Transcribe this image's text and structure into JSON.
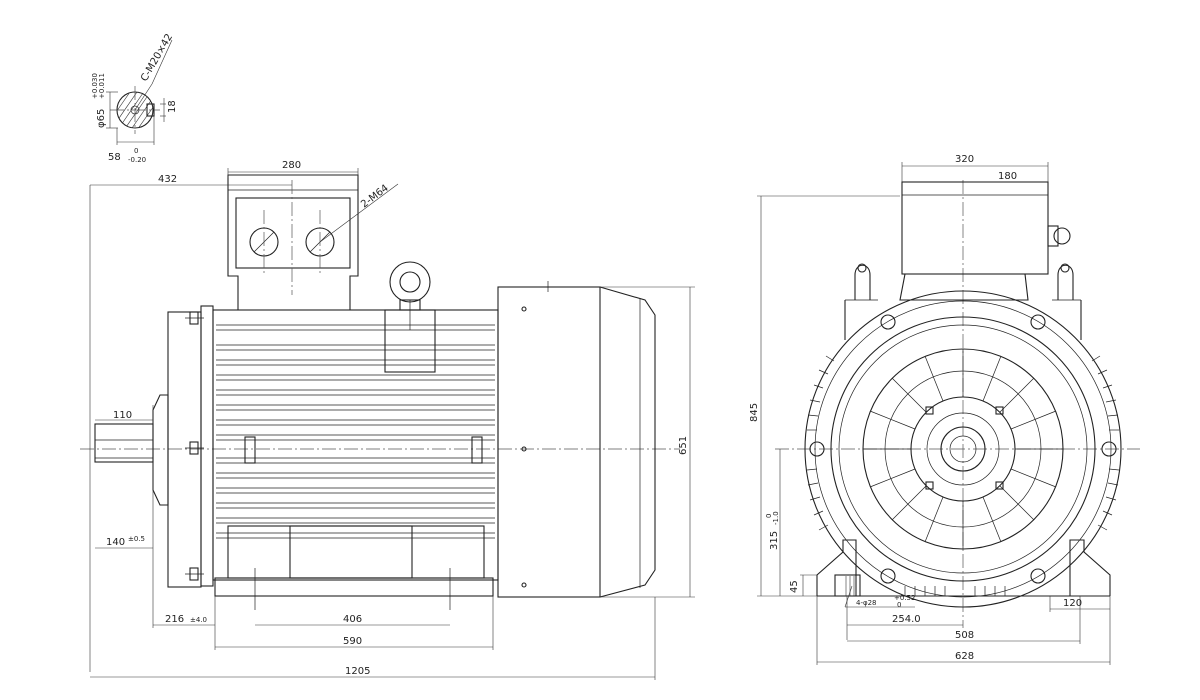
{
  "dimensions": {
    "shaft_key": {
      "thread": "C-M20×42",
      "dia": "φ65",
      "dia_tol_upper": "+0.030",
      "dia_tol_lower": "+0.011",
      "key_width": "18",
      "key_height": "58",
      "key_height_tol_upper": "0",
      "key_height_tol_lower": "-0.20"
    },
    "side_view": {
      "terminal_offset": "432",
      "terminal_box_width": "280",
      "cable_entries": "2-M64",
      "shaft_length": "110",
      "shaft_height": "140",
      "shaft_height_tol": "±0.5",
      "foot_offset": "216",
      "foot_offset_tol": "±4.0",
      "foot_hole_span": "406",
      "foot_length": "590",
      "overall_length": "1205",
      "overall_height": "651"
    },
    "end_view": {
      "terminal_box_width": "320",
      "terminal_offset": "180",
      "overall_height": "845",
      "center_height": "315",
      "center_height_tol_upper": "0",
      "center_height_tol_lower": "-1.0",
      "foot_thickness": "45",
      "foot_holes": "4-φ28",
      "foot_holes_tol_upper": "+0.52",
      "foot_holes_tol_lower": "0",
      "foot_hole_spacing_half": "254.0",
      "foot_hole_spacing": "508",
      "overall_width": "628",
      "foot_width": "120"
    }
  }
}
